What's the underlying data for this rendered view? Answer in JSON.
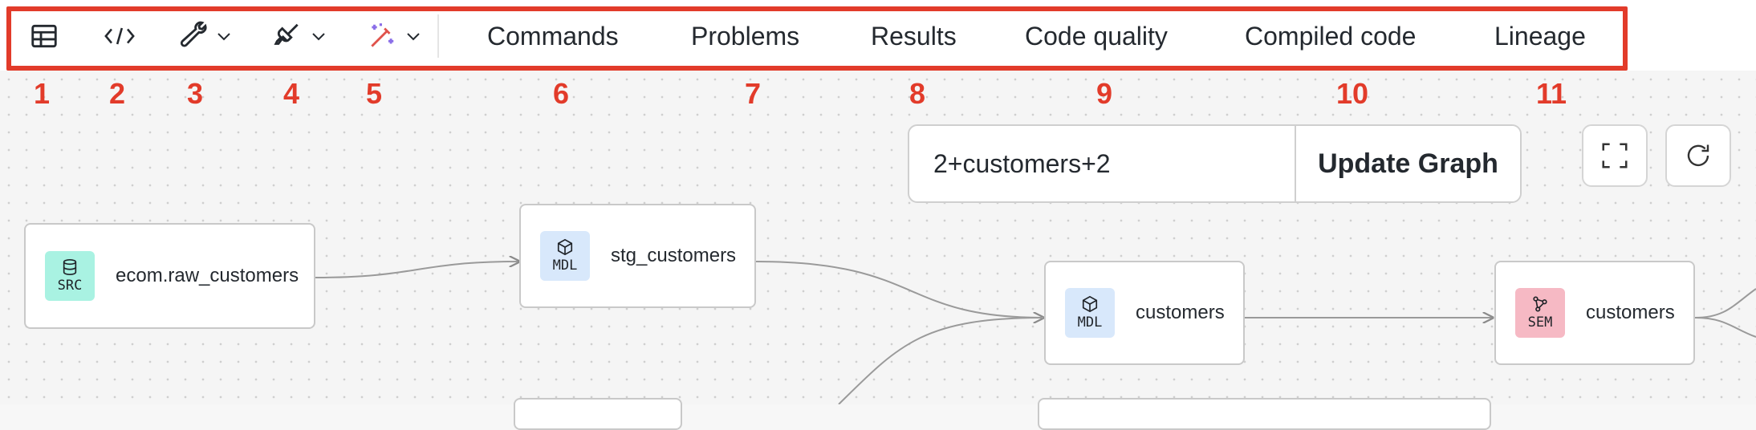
{
  "toolbar": {
    "icons": [
      {
        "name": "table-icon",
        "number": "1"
      },
      {
        "name": "code-icon",
        "number": "2"
      },
      {
        "name": "wrench-icon",
        "number": "3"
      },
      {
        "name": "broom-icon",
        "number": "4"
      },
      {
        "name": "magic-wand-icon",
        "number": "5"
      }
    ],
    "tabs": [
      {
        "label": "Commands",
        "number": "6"
      },
      {
        "label": "Problems",
        "number": "7"
      },
      {
        "label": "Results",
        "number": "8"
      },
      {
        "label": "Code quality",
        "number": "9"
      },
      {
        "label": "Compiled code",
        "number": "10"
      },
      {
        "label": "Lineage",
        "number": "11"
      }
    ]
  },
  "lineage": {
    "selector_value": "2+customers+2",
    "update_button": "Update Graph",
    "nodes": [
      {
        "badge": "SRC",
        "label": "ecom.raw_customers"
      },
      {
        "badge": "MDL",
        "label": "stg_customers"
      },
      {
        "badge": "MDL",
        "label": "customers"
      },
      {
        "badge": "SEM",
        "label": "customers"
      }
    ]
  },
  "colors": {
    "annotation_red": "#e23b2a",
    "src_badge": "#a9f2e2",
    "mdl_badge": "#d8e8fb",
    "sem_badge": "#f6b9c4"
  }
}
